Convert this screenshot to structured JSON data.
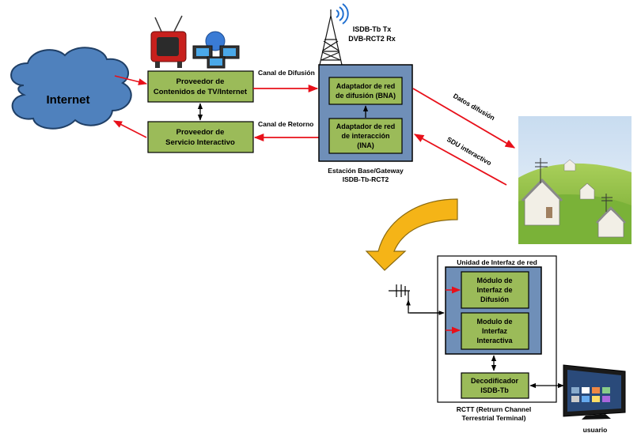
{
  "internet": "Internet",
  "provider_tv": [
    "Proveedor de",
    "Contenidos de TV/Internet"
  ],
  "provider_interactive": [
    "Proveedor de",
    "Servicio Interactivo"
  ],
  "channel_broadcast": "Canal de Difusión",
  "channel_return": "Canal de Retorno",
  "tower_title": [
    "ISDB-Tb Tx",
    "DVB-RCT2 Rx"
  ],
  "bna": [
    "Adaptador de red",
    "de difusión (BNA)"
  ],
  "ina": [
    "Adaptador de red",
    "de interacción",
    "(INA)"
  ],
  "base_station": [
    "Estación Base/Gateway",
    "ISDB-Tb-RCT2"
  ],
  "data_broadcast": "Datos difusión",
  "sdu_interactive": "SDU interactivo",
  "network_interface_unit": "Unidad de Interfaz de red",
  "broadcast_module": [
    "Módulo de",
    "Interfaz de",
    "Difusión"
  ],
  "interactive_module": [
    "Modulo de",
    "Interfaz",
    "Interactiva"
  ],
  "decoder": [
    "Decodificador",
    "ISDB-Tb"
  ],
  "rctt": [
    "RCTT (Retrurn Channel",
    "Terrestrial Terminal)"
  ],
  "user": "usuario",
  "colors": {
    "box_green": "#9bbb59",
    "panel_blue": "#6f8fb8",
    "cloud_blue": "#4f81bd",
    "arrow_red": "#e8101a",
    "curved_arrow": "#f5b417"
  }
}
